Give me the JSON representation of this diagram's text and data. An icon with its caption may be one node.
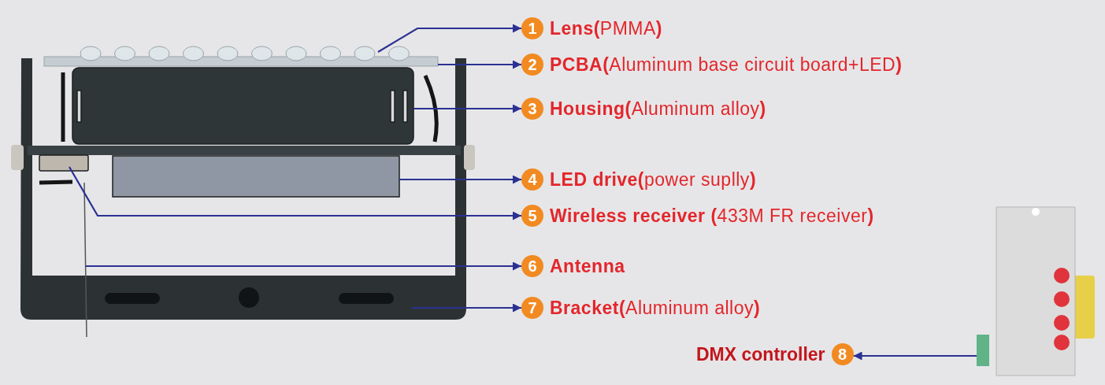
{
  "diagram": {
    "nodes": [
      {
        "text": [
          "1",
          "**Lens(**PMMA**)**"
        ]
      },
      {
        "text": [
          "2",
          "**PCBA(**Aluminum base circuit board+LED**)**"
        ]
      },
      {
        "text": [
          "3",
          "**Housing(**Aluminum alloy**)**"
        ]
      },
      {
        "text": [
          "4",
          "**LED drive(**power suplly**)**"
        ]
      },
      {
        "text": [
          "5",
          "**Wireless receiver (**433M FR receiver**)**"
        ]
      },
      {
        "text": [
          "6",
          "Antenna"
        ]
      },
      {
        "text": [
          "7",
          "**Bracket(**Aluminum alloy**)**"
        ]
      },
      {
        "text": [
          "DMX controller",
          "8"
        ]
      },
      {
        "text": [],
        "shape": "picture"
      },
      {
        "text": [],
        "shape": "bar"
      },
      {
        "text": [],
        "shape": "box"
      },
      {
        "text": [],
        "shape": "box"
      },
      {
        "text": [],
        "shape": "box"
      },
      {
        "text": [],
        "shape": "picture"
      },
      {
        "text": [],
        "shape": "picture"
      },
      {
        "text": [],
        "shape": "picture"
      }
    ],
    "edges": [
      {
        "from": 8,
        "to": 0,
        "arrow": "to"
      },
      {
        "from": 9,
        "to": 1,
        "arrow": "to"
      },
      {
        "from": 10,
        "to": 2,
        "arrow": "to"
      },
      {
        "from": 11,
        "to": 3,
        "arrow": "to"
      },
      {
        "from": 12,
        "to": 4,
        "arrow": "to"
      },
      {
        "from": 13,
        "to": 5,
        "arrow": "to"
      },
      {
        "from": 14,
        "to": 6,
        "arrow": "to"
      },
      {
        "from": 15,
        "to": 7,
        "arrow": "to"
      }
    ]
  }
}
